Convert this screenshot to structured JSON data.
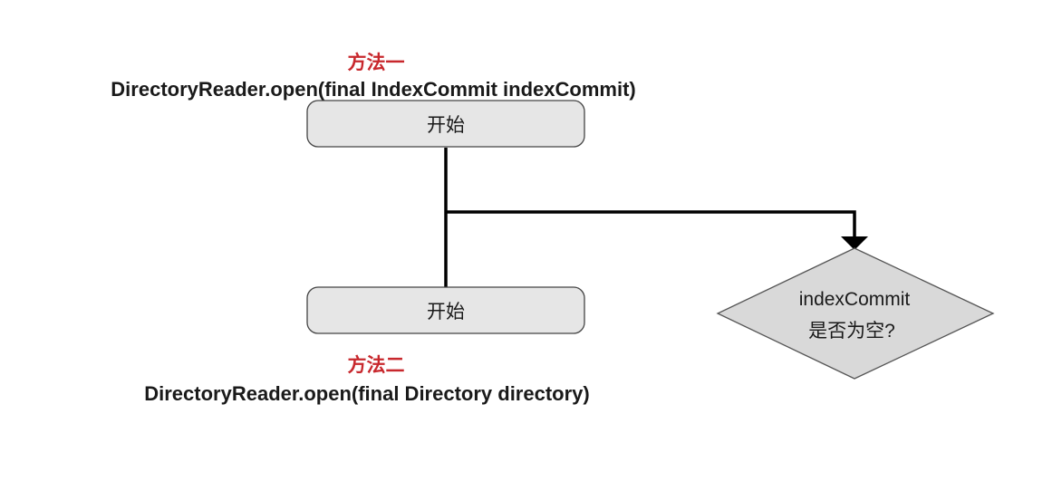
{
  "method_one": {
    "heading": "方法一",
    "signature": "DirectoryReader.open(final IndexCommit indexCommit)"
  },
  "method_two": {
    "heading": "方法二",
    "signature": "DirectoryReader.open(final Directory directory)"
  },
  "nodes": {
    "start_top": {
      "label": "开始"
    },
    "start_bottom": {
      "label": "开始"
    },
    "decision": {
      "line1": "indexCommit",
      "line2": "是否为空?"
    }
  },
  "colors": {
    "heading_red": "#c8282d",
    "node_fill": "#e6e6e6",
    "decision_fill": "#d9d9d9",
    "connector": "#000000"
  }
}
